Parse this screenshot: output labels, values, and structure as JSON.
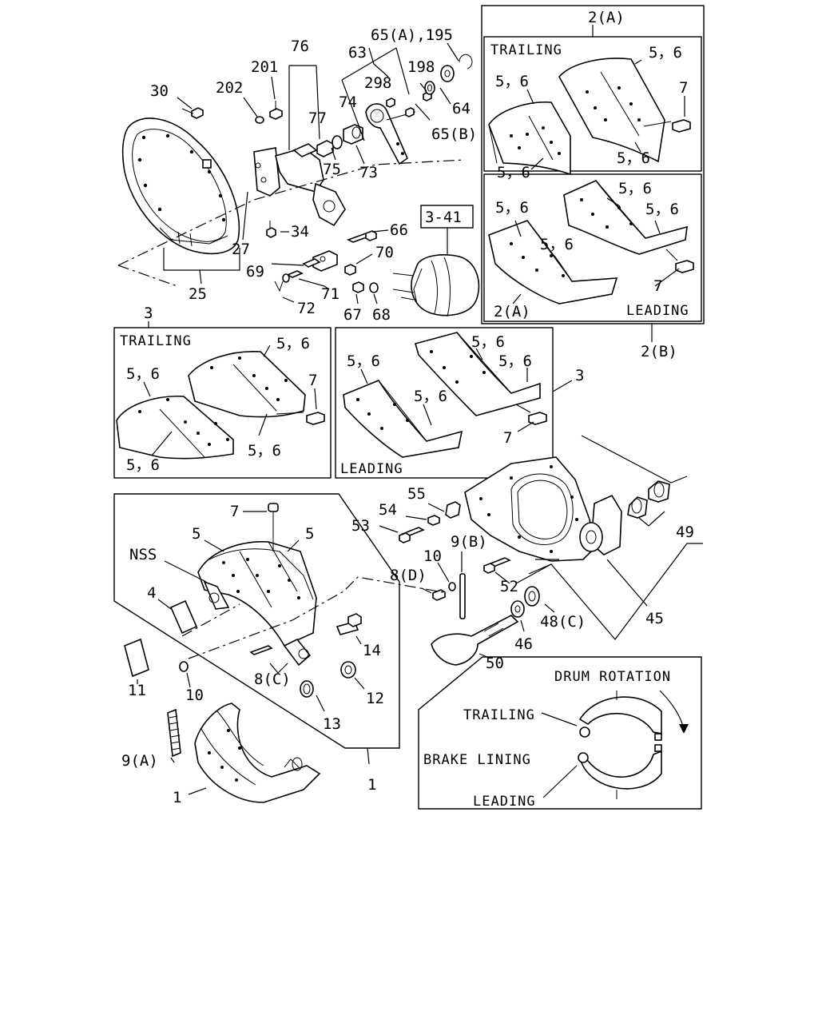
{
  "labels": {
    "l_30": "30",
    "l_202": "202",
    "l_201": "201",
    "l_76": "76",
    "l_63": "63",
    "l_65a195": "65(A),195",
    "l_298": "298",
    "l_198": "198",
    "l_74": "74",
    "l_77": "77",
    "l_64": "64",
    "l_65b": "65(B)",
    "l_75": "75",
    "l_73": "73",
    "l_34": "34",
    "l_27": "27",
    "l_69": "69",
    "l_25": "25",
    "l_66": "66",
    "l_70": "70",
    "l_71": "71",
    "l_72": "72",
    "l_67": "67",
    "l_68": "68",
    "l_3_41": "3-41",
    "l_2a_top": "2(A)",
    "l_2a_inner": "2(A)",
    "l_2b": "2(B)",
    "l_3_left": "3",
    "l_3_mid": "3",
    "l_7_a": "7",
    "l_7_b": "7",
    "l_7_c": "7",
    "l_7_d": "7",
    "l_7_e": "7",
    "l_56_1": "5，6",
    "l_56_2": "5，6",
    "l_56_3": "5，6",
    "l_56_4": "5，6",
    "l_56_5": "5，6",
    "l_56_6": "5，6",
    "l_56_7": "5，6",
    "l_56_8": "5，6",
    "l_56_9": "5，6",
    "l_56_10": "5，6",
    "l_56_11": "5，6",
    "l_56_12": "5，6",
    "l_56_13": "5，6",
    "l_56_14": "5，6",
    "l_56_15": "5，6",
    "l_56_16": "5，6",
    "l_55": "55",
    "l_54": "54",
    "l_53": "53",
    "l_9b": "9(B)",
    "l_10a": "10",
    "l_8d": "8(D)",
    "l_52": "52",
    "l_49": "49",
    "l_45": "45",
    "l_48c": "48(C)",
    "l_46": "46",
    "l_50": "50",
    "l_5a": "5",
    "l_5b": "5",
    "l_nss": "NSS",
    "l_4": "4",
    "l_14": "14",
    "l_11": "11",
    "l_8c": "8(C)",
    "l_10b": "10",
    "l_12": "12",
    "l_13": "13",
    "l_9a": "9(A)",
    "l_1a": "1",
    "l_1b": "1"
  },
  "headers": {
    "trailing_top": "TRAILING",
    "leading_top": "LEADING",
    "trailing_left": "TRAILING",
    "leading_mid": "LEADING"
  },
  "legend": {
    "drum_rotation": "DRUM ROTATION",
    "trailing": "TRAILING",
    "brake_lining": "BRAKE LINING",
    "leading": "LEADING"
  }
}
